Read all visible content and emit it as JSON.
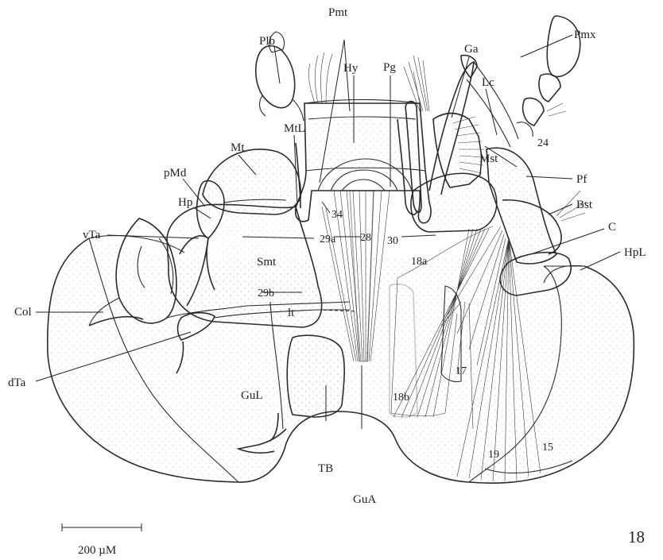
{
  "figure_number": "18",
  "scale_bar": {
    "label": "200 µM"
  },
  "labels": {
    "pmt": "Pmt",
    "plb": "Plb",
    "hy": "Hy",
    "pg": "Pg",
    "ga": "Ga",
    "pmx": "Pmx",
    "lc": "Lc",
    "mt": "Mt",
    "mtl": "MtL",
    "pmd": "pMd",
    "hp": "Hp",
    "vta": "vTa",
    "mst": "Mst",
    "n24": "24",
    "pf": "Pf",
    "bst": "Bst",
    "c": "C",
    "hpl": "HpL",
    "n34": "34",
    "n29a": "29a",
    "n28": "28",
    "n30": "30",
    "n18a": "18a",
    "smt": "Smt",
    "n29b": "29b",
    "lt": "lt",
    "col": "Col",
    "dta": "dTa",
    "n17": "17",
    "n18b": "18b",
    "gul": "GuL",
    "n19": "19",
    "n15": "15",
    "tb": "TB",
    "gua": "GuA"
  }
}
